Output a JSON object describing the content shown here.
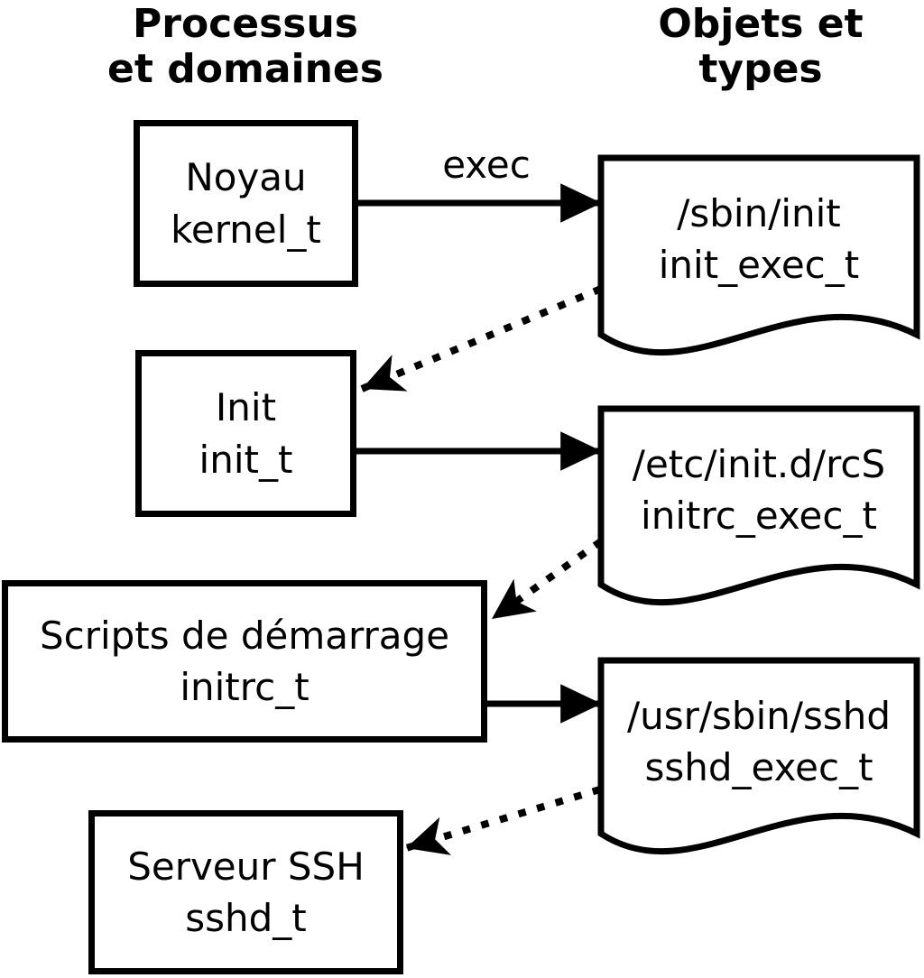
{
  "title_columns": {
    "left": "Processus\net domaines",
    "right": "Objets et\ntypes"
  },
  "processes": [
    {
      "name": "Noyau",
      "domain": "kernel_t"
    },
    {
      "name": "Init",
      "domain": "init_t"
    },
    {
      "name": "Scripts de démarrage",
      "domain": "initrc_t"
    },
    {
      "name": "Serveur SSH",
      "domain": "sshd_t"
    }
  ],
  "objects": [
    {
      "path": "/sbin/init",
      "type": "init_exec_t"
    },
    {
      "path": "/etc/init.d/rcS",
      "type": "initrc_exec_t"
    },
    {
      "path": "/usr/sbin/sshd",
      "type": "sshd_exec_t"
    }
  ],
  "edges": [
    {
      "from": "kernel_t",
      "to": "init_exec_t",
      "style": "solid",
      "label": "exec"
    },
    {
      "from": "init_exec_t",
      "to": "init_t",
      "style": "dotted",
      "label": ""
    },
    {
      "from": "init_t",
      "to": "initrc_exec_t",
      "style": "solid",
      "label": ""
    },
    {
      "from": "initrc_exec_t",
      "to": "initrc_t",
      "style": "dotted",
      "label": ""
    },
    {
      "from": "initrc_t",
      "to": "sshd_exec_t",
      "style": "solid",
      "label": ""
    },
    {
      "from": "sshd_exec_t",
      "to": "sshd_t",
      "style": "dotted",
      "label": ""
    }
  ],
  "colors": {
    "ink": "#000000",
    "background": "#ffffff"
  }
}
